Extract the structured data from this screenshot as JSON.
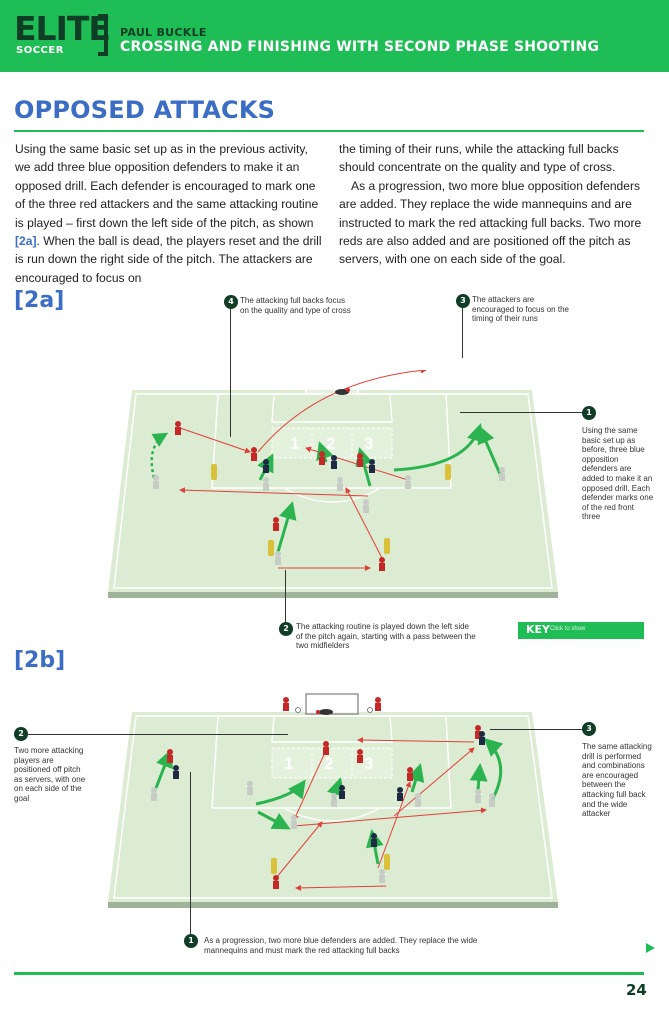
{
  "header": {
    "logo_main": "ELITE",
    "logo_sub": "SOCCER",
    "author": "PAUL BUCKLE",
    "title": "CROSSING AND FINISHING WITH SECOND PHASE SHOOTING"
  },
  "section": {
    "title": "OPPOSED ATTACKS"
  },
  "body": {
    "col1_part1": "Using the same basic set up as in the previous activity, we add three blue opposition defenders to make it an opposed drill. Each defender is encouraged to mark one of the three red attackers and the same attacking routine is played – first down the left side of the pitch, as shown ",
    "col1_ref": "[2a]",
    "col1_part2": ". When the ball is dead, the players reset and the drill is run down the right side of the pitch. The attackers are encouraged to focus on",
    "col2_p1": "the timing of their runs, while the attacking full backs should concentrate on the quality and type of cross.",
    "col2_p2": "As a progression, two more blue opposition defenders are added. They replace the wide mannequins and are instructed to mark the red attacking full backs. Two more reds are also added and are positioned off the pitch as servers, with one on each side of the goal."
  },
  "diagram_2a": {
    "label": "[2a]",
    "zones": [
      "1",
      "2",
      "3"
    ],
    "callouts": [
      {
        "num": "4",
        "text": "The attacking full backs focus on the quality and type of cross"
      },
      {
        "num": "3",
        "text": "The attackers are encouraged to focus on the timing of their runs"
      },
      {
        "num": "1",
        "text": "Using the same basic set up as before, three blue opposition defenders are added to make it an opposed drill. Each defender marks one of the red front three"
      },
      {
        "num": "2",
        "text": "The attacking routine is played down the left side of the pitch again, starting with a pass between the two midfielders"
      }
    ]
  },
  "key": {
    "label": "KEY",
    "hint": "Click to show"
  },
  "diagram_2b": {
    "label": "[2b]",
    "zones": [
      "1",
      "2",
      "3"
    ],
    "callouts": [
      {
        "num": "2",
        "text": "Two more attacking players are positioned off pitch as servers, with one on each side of the goal"
      },
      {
        "num": "3",
        "text": "The same attacking drill is performed and combinations are encouraged between the attacking full back and the wide attacker"
      },
      {
        "num": "1",
        "text": "As a progression, two more blue defenders are added. They replace the wide mannequins and must mark the red attacking full backs"
      }
    ]
  },
  "footer": {
    "page_number": "24"
  },
  "colors": {
    "brand_green": "#1fbd55",
    "dark_green": "#0f3d25",
    "heading_blue": "#3b6dc4",
    "pitch": "#dbecd2",
    "pass_red": "#e0403a",
    "run_green": "#2bb34f"
  }
}
